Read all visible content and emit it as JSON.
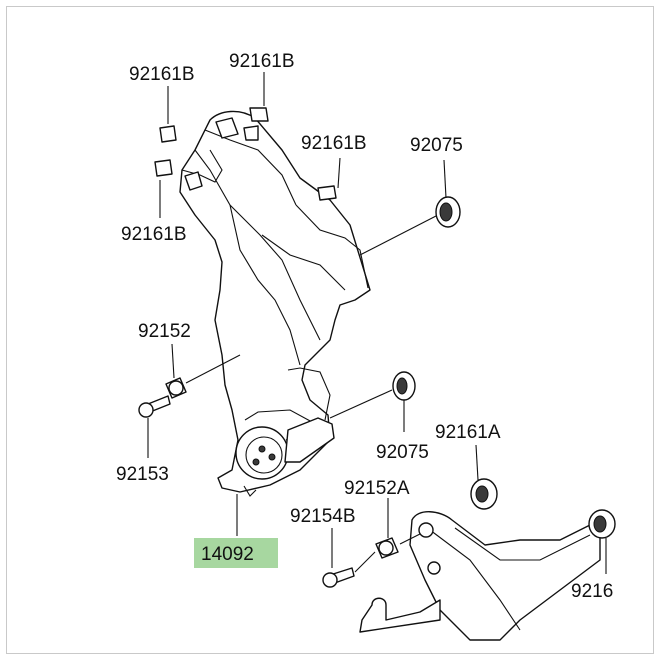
{
  "diagram": {
    "highlight_color": "#a7d7a0",
    "labels": {
      "p92161b_top_left": "92161B",
      "p92161b_top_center": "92161B",
      "p92161b_right": "92161B",
      "p92161b_left": "92161B",
      "p92075_top": "92075",
      "p92152": "92152",
      "p92153": "92153",
      "p92075_mid": "92075",
      "p92161a": "92161A",
      "p92152a": "92152A",
      "p92154b": "92154B",
      "p14092": "14092",
      "p9216_cut": "9216"
    }
  }
}
